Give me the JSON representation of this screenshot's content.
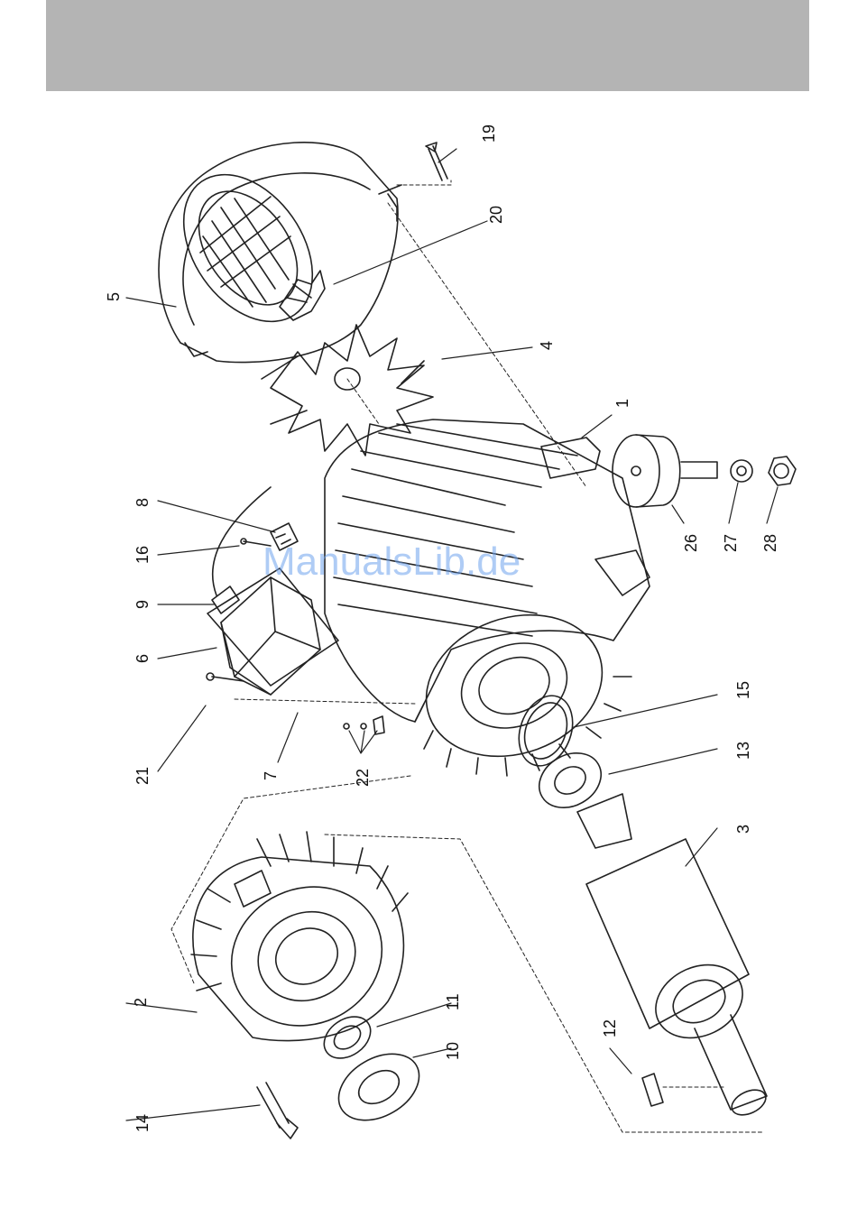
{
  "watermark": "ManualsLib.de",
  "callouts": {
    "c1": "1",
    "c2": "2",
    "c3": "3",
    "c4": "4",
    "c5": "5",
    "c6": "6",
    "c7": "7",
    "c8": "8",
    "c9": "9",
    "c10": "10",
    "c11": "11",
    "c12": "12",
    "c13": "13",
    "c14": "14",
    "c15": "15",
    "c16": "16",
    "c19": "19",
    "c20": "20",
    "c21": "21",
    "c22": "22",
    "c26": "26",
    "c27": "27",
    "c28": "28"
  },
  "colors": {
    "header": "#b4b4b4",
    "line": "#222222",
    "watermark": "#6fa3ee"
  }
}
